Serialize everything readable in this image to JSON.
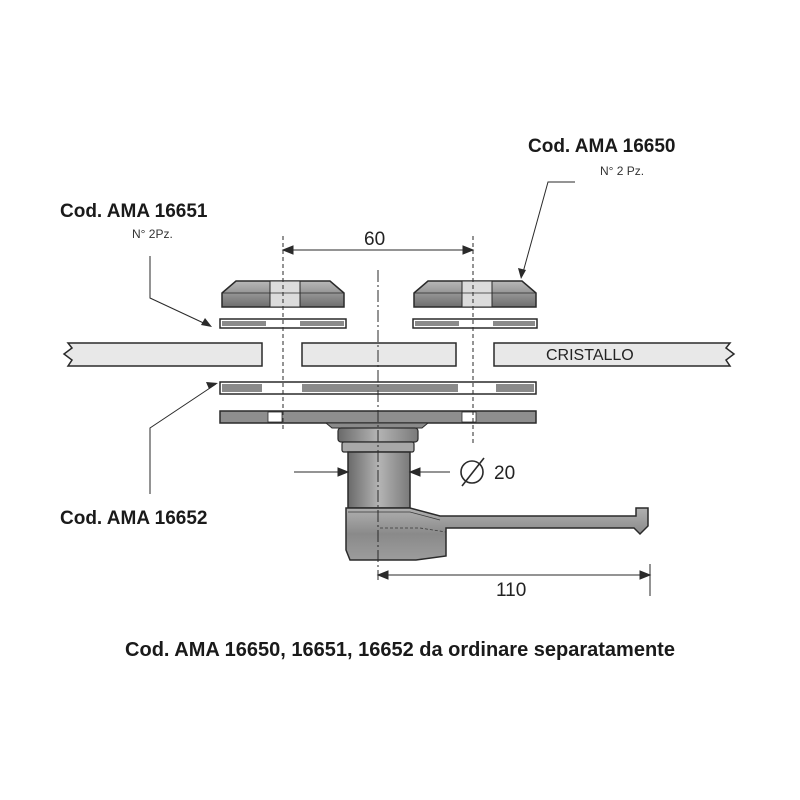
{
  "labels": {
    "code_16650": "Cod. AMA 16650",
    "qty_16650": "N° 2 Pz.",
    "code_16651": "Cod. AMA 16651",
    "qty_16651": "N° 2Pz.",
    "code_16652": "Cod. AMA 16652",
    "glass": "CRISTALLO",
    "footer": "Cod. AMA 16650, 16651, 16652 da ordinare separatamente"
  },
  "dimensions": {
    "spacing": "60",
    "length": "110",
    "diameter": "20"
  },
  "colors": {
    "line": "#2a2a2a",
    "part_fill": "#9a9a9a",
    "part_dark": "#7a7a7a",
    "part_light": "#c4c4c4",
    "glass_fill": "#e8e8e8"
  }
}
